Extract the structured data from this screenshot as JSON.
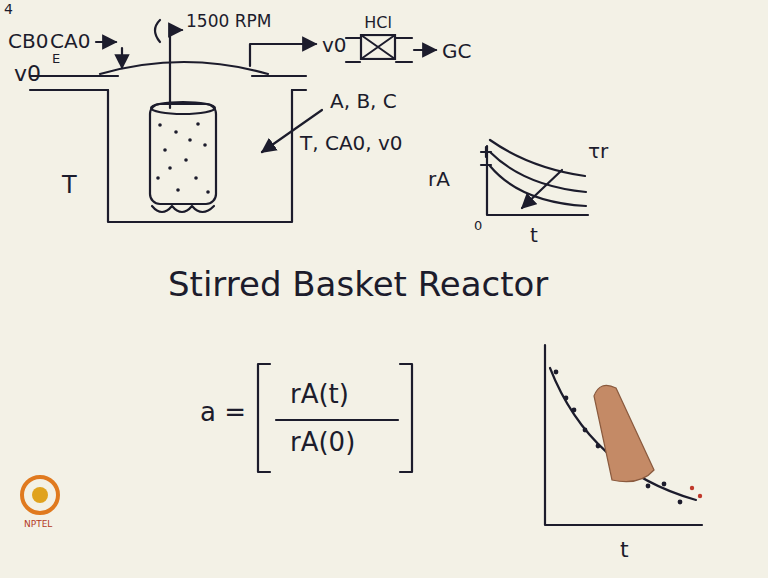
{
  "diagram": {
    "title": "Stirred Basket Reactor",
    "nodes": [
      {
        "text": [
          "HCl"
        ]
      }
    ],
    "labels": [
      "4",
      "CB0",
      "CA0",
      "E",
      "v0",
      "1500 RPM",
      "v0",
      "GC",
      "T",
      "A, B, C",
      "T, CA0, v0",
      "rA",
      "0",
      "t",
      "τr",
      "a =",
      "rA(t)",
      "rA(0)",
      "t",
      "NPTEL"
    ]
  }
}
